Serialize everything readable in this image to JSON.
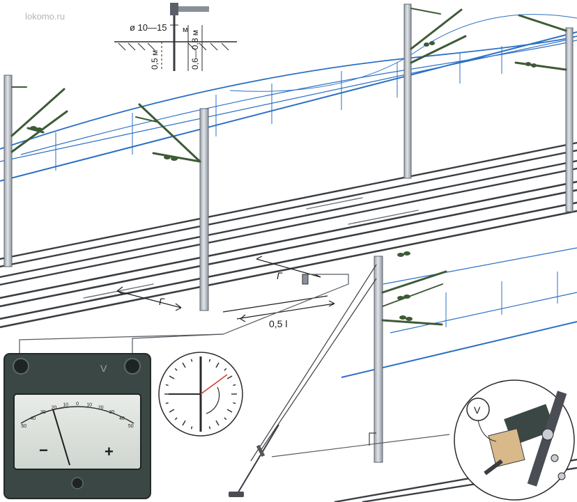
{
  "watermark": "lokomo.ru",
  "electrode": {
    "diameter_label": "ø 10—15",
    "depth_label_1": "0,5 м",
    "depth_label_2": "0,6—0,8 м",
    "width_label": "м"
  },
  "track_labels": {
    "g_left": "Г",
    "g_right": "Г",
    "distance": "0,5 l"
  },
  "voltmeter": {
    "unit": "V",
    "minus": "−",
    "plus": "+",
    "scale_labels": [
      "50",
      "40",
      "30",
      "20",
      "10",
      "0",
      "10",
      "20",
      "30",
      "40",
      "50"
    ]
  },
  "inset_voltmeter": {
    "unit": "V"
  },
  "colors": {
    "catenary_blue": "#2a6fc4",
    "mast_gray": "#c9cdd3",
    "bracket_green": "#3e5a36",
    "rail_dark": "#3a3d42",
    "meter_body": "#3b4744",
    "dial_red": "#d23a2e"
  }
}
